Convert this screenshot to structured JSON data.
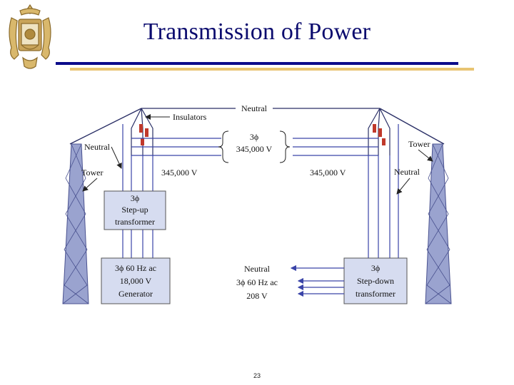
{
  "title": "Transmission of Power",
  "slide_number": "23",
  "colors": {
    "title": "#0b0b6e",
    "rule_blue": "#0b0b8a",
    "rule_gold": "#e8c472",
    "tower_fill": "#9aa3cf",
    "box_fill": "#d6dcf0",
    "wire_blue": "#3a44a8",
    "insulator": "#c0392b"
  },
  "logo": {
    "icon": "crest-emblem-icon"
  },
  "diagram": {
    "labels": {
      "neutral_top": "Neutral",
      "insulators": "Insulators",
      "three_phase_symbol": "3ϕ",
      "voltage_center": "345,000 V",
      "neutral_left": "Neutral",
      "tower_left": "Tower",
      "voltage_left": "345,000 V",
      "voltage_right": "345,000 V",
      "tower_right": "Tower",
      "neutral_right": "Neutral"
    },
    "stepup": {
      "line1": "3ϕ",
      "line2": "Step-up",
      "line3": "transformer"
    },
    "generator": {
      "line1": "3ϕ 60 Hz ac",
      "line2": "18,000 V",
      "line3": "Generator"
    },
    "stepdown": {
      "line1": "3ϕ",
      "line2": "Step-down",
      "line3": "transformer"
    },
    "output": {
      "line1": "Neutral",
      "line2": "3ϕ 60 Hz ac",
      "line3": "208 V"
    }
  }
}
